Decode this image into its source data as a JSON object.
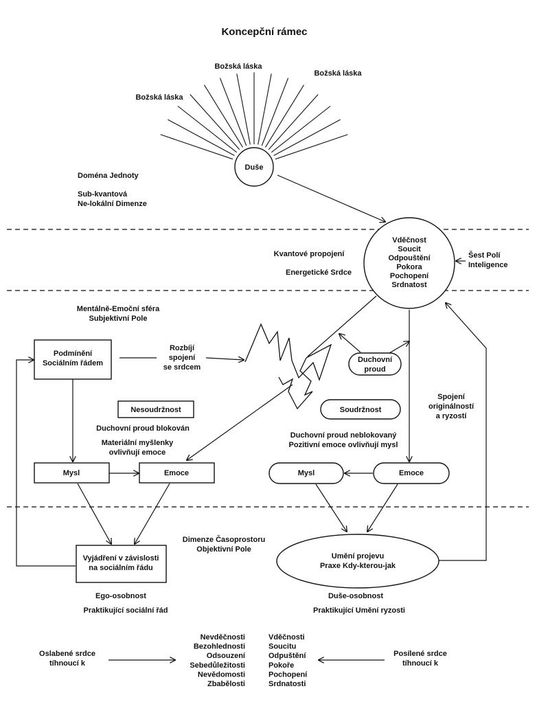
{
  "title": "Koncepční rámec",
  "divine_love": [
    "Božská láska",
    "Božská láska",
    "Božská láska"
  ],
  "soul": "Duše",
  "unity_domain": [
    "Doména Jednoty",
    "Sub-kvantová",
    "Ne-lokální Dimenze"
  ],
  "heart_virtues": [
    "Vděčnost",
    "Soucit",
    "Odpouštění",
    "Pokora",
    "Pochopení",
    "Srdnatost"
  ],
  "quantum_connection": "Kvantové propojení",
  "energetic_heart": "Energetické Srdce",
  "six_fields": [
    "Šest Polí",
    "Inteligence"
  ],
  "mental_emotional": [
    "Mentálně-Emoční sféra",
    "Subjektivní Pole"
  ],
  "conditioned": [
    "Podmínění",
    "Sociálním řádem"
  ],
  "breaks_connection": [
    "Rozbíjí",
    "spojení",
    "se srdcem"
  ],
  "spiritual_flow": [
    "Duchovní",
    "proud"
  ],
  "incoherence": "Nesoudržnost",
  "coherence": "Soudržnost",
  "blocked_flow": "Duchovní proud blokován",
  "material_thoughts": [
    "Materiální myšlenky",
    "ovlivňují emoce"
  ],
  "unblocked_flow": [
    "Duchovní proud neblokovaný",
    "Pozitivní emoce ovlivňují mysl"
  ],
  "connection_originality": [
    "Spojení",
    "originálností",
    "a ryzostí"
  ],
  "mind": "Mysl",
  "emotion": "Emoce",
  "spacetime": [
    "Dimenze Časoprostoru",
    "Objektivní Pole"
  ],
  "expression": [
    "Vyjádření v závislosti",
    "na sociálním řádu"
  ],
  "art_of_manifestation": [
    "Umění projevu",
    "Praxe Kdy-kterou-jak"
  ],
  "ego_personality": "Ego-osobnost",
  "practicing_social": "Praktikující sociální řád",
  "soul_personality": "Duše-osobnost",
  "practicing_art": "Praktikující Umění ryzosti",
  "weakened_heart": [
    "Oslabené srdce",
    "tíhnoucí k"
  ],
  "strengthened_heart": [
    "Posílené srdce",
    "tíhnoucí k"
  ],
  "weaknesses": [
    "Nevděčnosti",
    "Bezohlednosti",
    "Odsouzení",
    "Sebedůležitosti",
    "Nevědomosti",
    "Zbabělosti"
  ],
  "strengths": [
    "Vděčnosti",
    "Soucitu",
    "Odpuštění",
    "Pokoře",
    "Pochopení",
    "Srdnatosti"
  ]
}
